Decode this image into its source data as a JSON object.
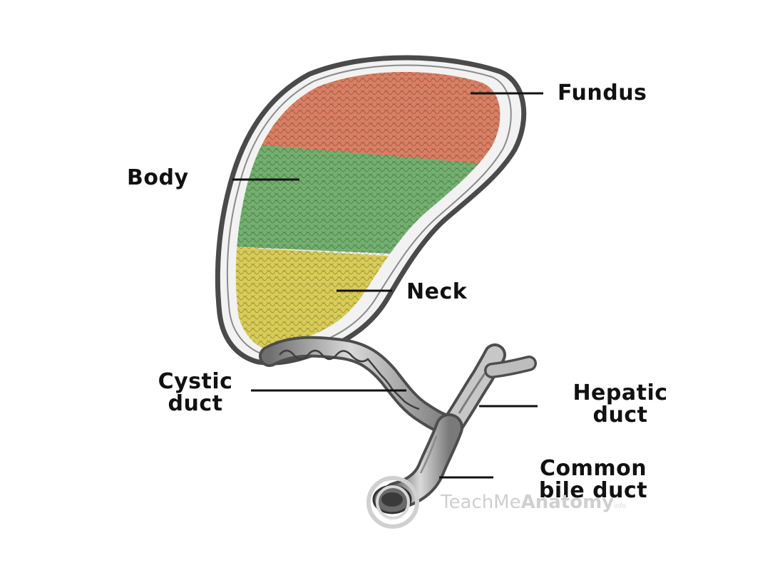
{
  "labels": {
    "fundus": "Fundus",
    "body": "Body",
    "neck": "Neck",
    "cystic_line1": "Cystic",
    "cystic_line2": "duct",
    "hepatic_line1": "Hepatic",
    "hepatic_line2": "duct",
    "common_line1": "Common",
    "common_line2": "bile duct"
  },
  "watermark": {
    "part1": "TeachMe",
    "part2": "Anatomy",
    "suffix": "info"
  },
  "colors": {
    "fundus": "#d97f63",
    "body": "#73b06f",
    "neck": "#d9cc57",
    "wall": "#555555",
    "duct": "#a5a5a5"
  }
}
